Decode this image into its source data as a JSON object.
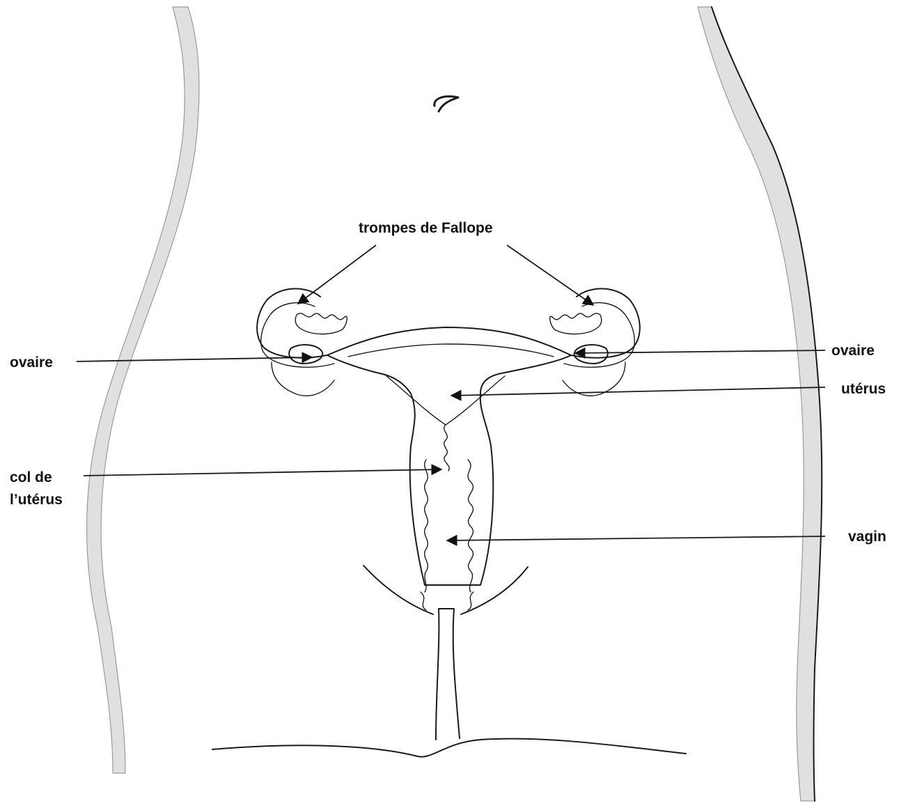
{
  "labels": {
    "fallopian_tubes": "trompes de Fallope",
    "ovary_left": "ovaire",
    "ovary_right": "ovaire",
    "uterus": "utérus",
    "cervix_line1": "col de",
    "cervix_line2": "l’utérus",
    "vagina": "vagin"
  }
}
